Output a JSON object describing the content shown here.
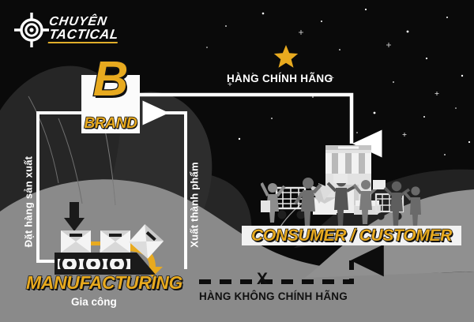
{
  "logo": {
    "name": "chuyen-tactical-logo",
    "icon": "crosshair-target-icon",
    "line1": "CHUYÊN",
    "line2": "TACTICAL",
    "accent_color": "#e0ae2a"
  },
  "diagram": {
    "title_flow": "Brand supply chain flow",
    "nodes": {
      "brand": {
        "initial": "B",
        "label": "BRAND",
        "box_color": "#fbfbfb",
        "text_color": "#e8aa1f"
      },
      "manufacturing": {
        "label": "MANUFACTURING",
        "sublabel": "Gia công",
        "icon": "factory-conveyor-icon",
        "text_color": "#e8aa1f"
      },
      "consumer": {
        "label": "CONSUMER / CUSTOMER",
        "icon": "storefront-shoppers-icon",
        "banner_color": "#f2f2f2",
        "text_color": "#e8aa1f"
      }
    },
    "edges": {
      "brand_to_manufacturing": "Đặt hàng sản xuất",
      "manufacturing_to_brand": "Xuất thành phẩm",
      "brand_to_consumer": "HÀNG CHÍNH HÃNG",
      "manufacturing_to_consumer": "HÀNG KHÔNG CHÍNH HÃNG",
      "blocked_marker": "X"
    },
    "decor": {
      "star": "gold-star-icon",
      "star_color": "#e8aa1f",
      "background_colors": [
        "#0a0a0a",
        "#2b2b2b",
        "#3a3a3a",
        "#8a8a8a",
        "#808080"
      ]
    }
  }
}
